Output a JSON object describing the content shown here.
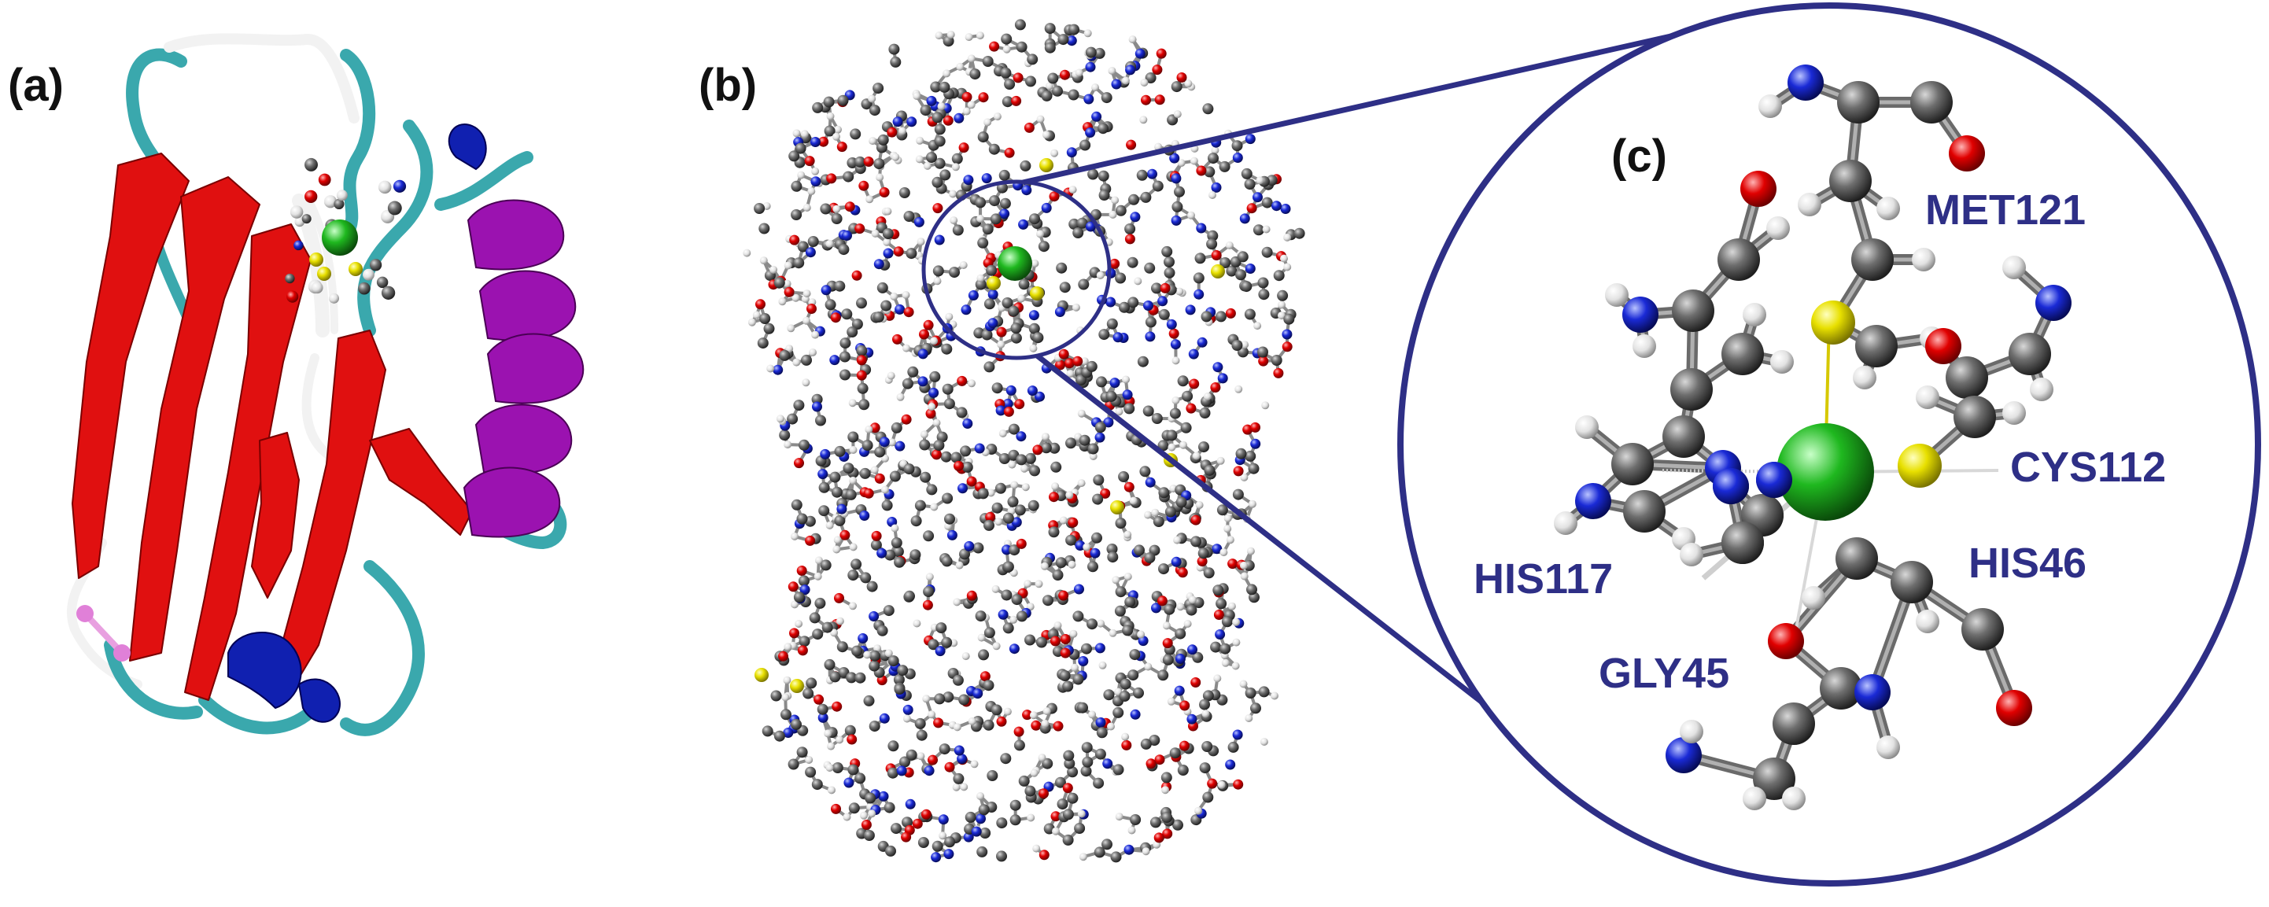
{
  "panels": {
    "a": {
      "label": "(a)"
    },
    "b": {
      "label": "(b)"
    },
    "c": {
      "label": "(c)"
    }
  },
  "residues": {
    "met121": "MET121",
    "cys112": "CYS112",
    "his117": "HIS117",
    "his46": "HIS46",
    "gly45": "GLY45"
  },
  "colors": {
    "beta_strand": "#e01010",
    "coil": "#3aa8ad",
    "turn": "#f2f2f2",
    "helix_310": "#1020b0",
    "alpha_helix": "#9b12b0",
    "copper": "#1fb81f",
    "sulfur": "#e8e000",
    "oxygen": "#e00000",
    "nitrogen": "#1020c8",
    "carbon": "#555555",
    "hydrogen": "#f2f2f2",
    "zoom_outline": "#2e2f86"
  }
}
